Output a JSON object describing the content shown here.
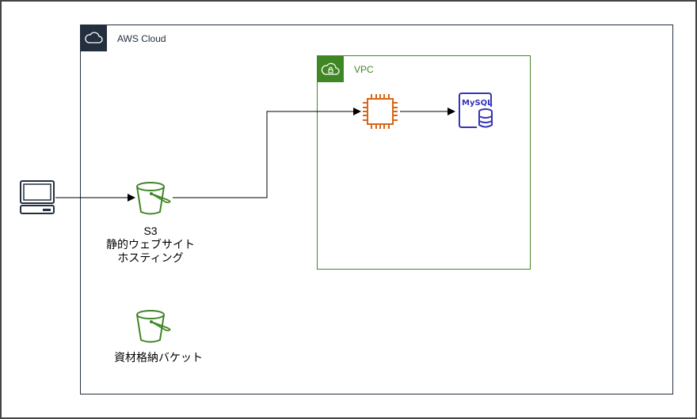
{
  "groups": {
    "aws_cloud": {
      "label": "AWS Cloud",
      "icon": "cloud-icon",
      "color": "#232f3e"
    },
    "vpc": {
      "label": "VPC",
      "icon": "vpc-lock-cloud-icon",
      "color": "#3f8624"
    }
  },
  "nodes": {
    "client": {
      "icon": "client-computer-icon",
      "color": "#232f3e"
    },
    "s3_hosting": {
      "icon": "s3-bucket-icon",
      "color": "#3f8624",
      "title": "S3",
      "line1": "静的ウェブサイト",
      "line2": "ホスティング"
    },
    "ec2": {
      "icon": "ec2-instance-icon",
      "color": "#d86613"
    },
    "mysql": {
      "icon": "rds-mysql-icon",
      "color": "#3334b9",
      "text": "MySQL"
    },
    "s3_storage": {
      "icon": "s3-bucket-icon",
      "color": "#3f8624",
      "label": "資材格納バケット"
    }
  },
  "edges": [
    {
      "from": "client",
      "to": "s3_hosting"
    },
    {
      "from": "s3_hosting",
      "to": "ec2"
    },
    {
      "from": "ec2",
      "to": "mysql"
    }
  ]
}
